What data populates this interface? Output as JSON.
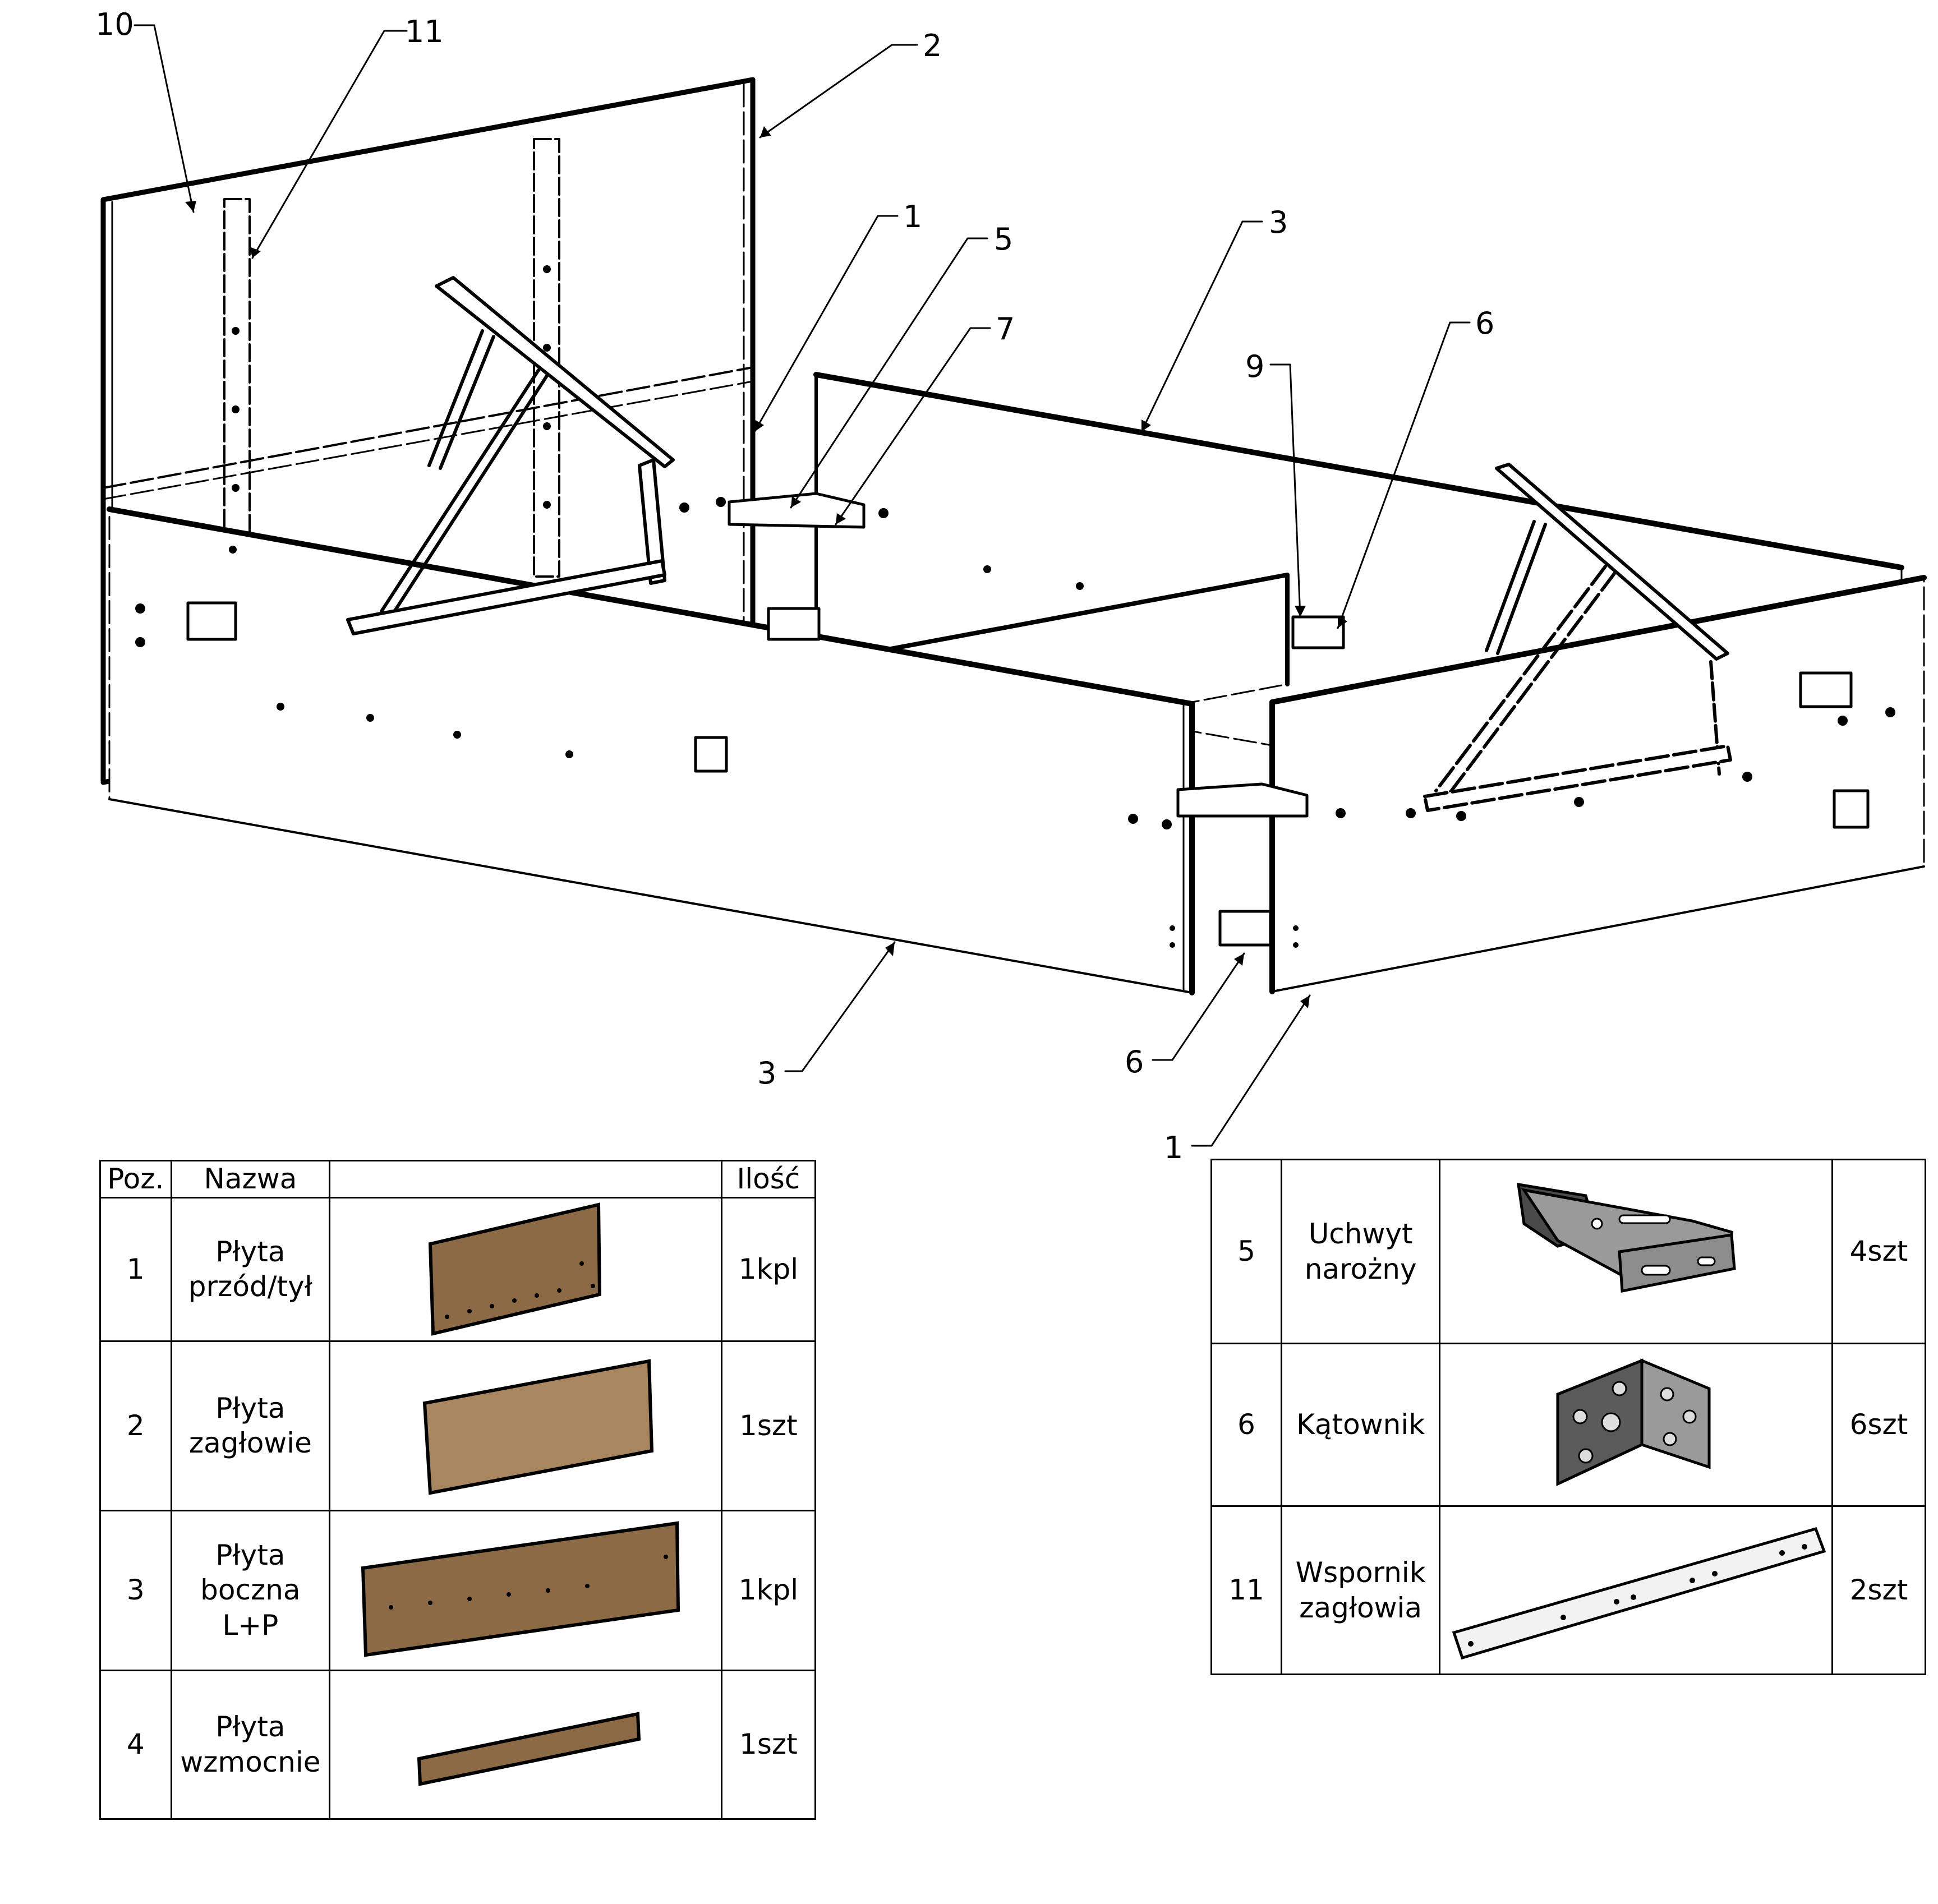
{
  "drawing": {
    "callouts": [
      "10",
      "11",
      "2",
      "1",
      "5",
      "7",
      "3",
      "9",
      "6",
      "3",
      "6",
      "1"
    ]
  },
  "table_left": {
    "headers": [
      "Poz.",
      "Nazwa",
      "",
      "Ilość"
    ],
    "rows": [
      {
        "pos": "1",
        "name_lines": [
          "Płyta",
          "przód/tył"
        ],
        "qty": "1kpl",
        "image": "board-front-back-image"
      },
      {
        "pos": "2",
        "name_lines": [
          "Płyta",
          "zagłowie"
        ],
        "qty": "1szt",
        "image": "board-headboard-image"
      },
      {
        "pos": "3",
        "name_lines": [
          "Płyta",
          "boczna",
          "L+P"
        ],
        "qty": "1kpl",
        "image": "board-side-image"
      },
      {
        "pos": "4",
        "name_lines": [
          "Płyta",
          "wzmocnie"
        ],
        "qty": "1szt",
        "image": "board-reinforcement-image"
      }
    ]
  },
  "table_right": {
    "rows": [
      {
        "pos": "5",
        "name_lines": [
          "Uchwyt",
          "narożny"
        ],
        "qty": "4szt",
        "image": "corner-bracket-icon"
      },
      {
        "pos": "6",
        "name_lines": [
          "Kątownik"
        ],
        "qty": "6szt",
        "image": "angle-bracket-icon"
      },
      {
        "pos": "11",
        "name_lines": [
          "Wspornik",
          "zagłowia"
        ],
        "qty": "2szt",
        "image": "headboard-strip-icon"
      }
    ]
  },
  "colors": {
    "line": "#000000",
    "wood": "#8b6a45",
    "wood_light": "#a88660",
    "metal": "#8c8c8c",
    "metal_dark": "#4a4a4a"
  }
}
